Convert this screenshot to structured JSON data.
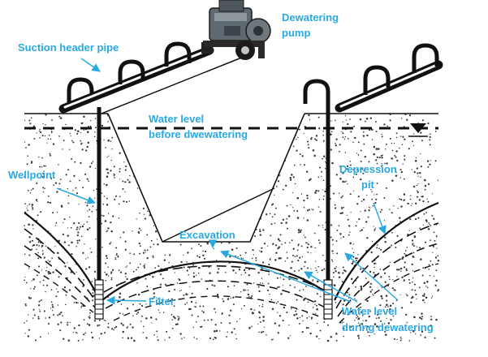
{
  "labels": {
    "pump_line1": "Dewatering",
    "pump_line2": "pump",
    "suction_header": "Suction header pipe",
    "water_before_line1": "Water level",
    "water_before_line2": "before dwewatering",
    "wellpoint": "Wellpoint",
    "depression_line1": "Depression",
    "depression_line2": "pit",
    "excavation": "Excavation",
    "filter": "Filter",
    "water_during_line1": "Water level",
    "water_during_line2": "during dewatering"
  },
  "colors": {
    "label": "#29a9e1",
    "ink": "#111111",
    "soil_dots": "#3a3a3a",
    "background": "#ffffff"
  }
}
